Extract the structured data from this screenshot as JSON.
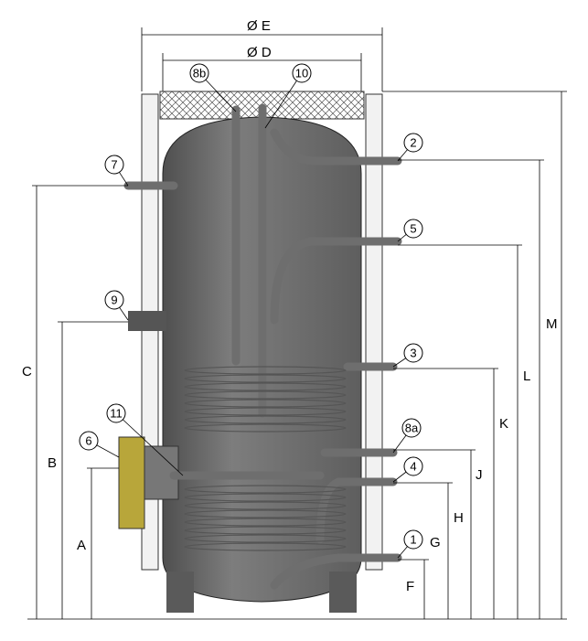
{
  "title_dims": {
    "outer_diameter": "Ø E",
    "inner_diameter": "Ø D"
  },
  "callouts": [
    "8b",
    "10",
    "2",
    "7",
    "5",
    "9",
    "3",
    "11",
    "6",
    "8a",
    "4",
    "1"
  ],
  "heights": {
    "C": "C",
    "B": "B",
    "A": "A",
    "M": "M",
    "L": "L",
    "K": "K",
    "J": "J",
    "H": "H",
    "G": "G",
    "F": "F"
  },
  "colors": {
    "tank": "#6f6f6f",
    "insulation": "#e8e8e8",
    "flange": "#b8a63a"
  }
}
